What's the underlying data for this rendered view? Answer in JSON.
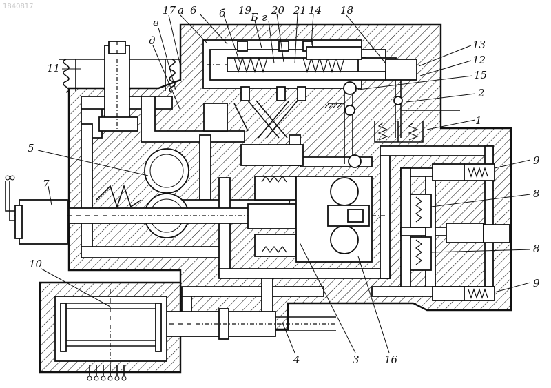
{
  "watermark": "1840817",
  "labels": {
    "l1": "1",
    "l2": "2",
    "l3": "3",
    "l4": "4",
    "l5": "5",
    "l6": "6",
    "l6b": "б",
    "l7": "7",
    "l8a": "8",
    "l8b": "8",
    "l9a": "9",
    "l9b": "9",
    "l10": "10",
    "l11": "11",
    "l12": "12",
    "l13": "13",
    "l14": "14",
    "l15": "15",
    "l16": "16",
    "l17": "17",
    "l18": "18",
    "l19": "19",
    "l20": "20",
    "l21": "21",
    "la": "а",
    "lB": "Б",
    "lg": "г",
    "lv": "в",
    "ld": "д"
  },
  "colors": {
    "ink": "#111111",
    "paper": "#ffffff"
  }
}
